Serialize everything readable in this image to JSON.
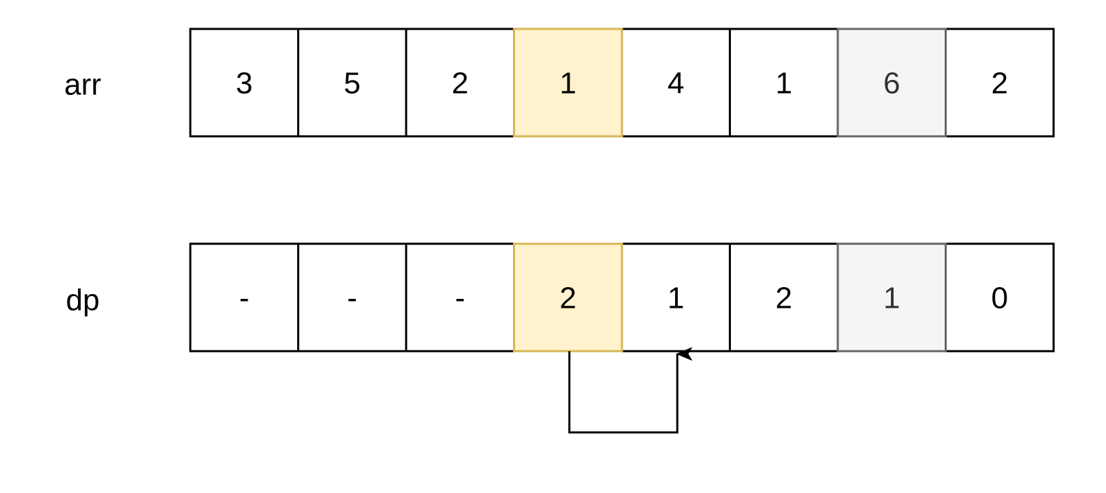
{
  "rows": [
    {
      "label": "arr",
      "values": [
        "3",
        "5",
        "2",
        "1",
        "4",
        "1",
        "6",
        "2"
      ]
    },
    {
      "label": "dp",
      "values": [
        "-",
        "-",
        "-",
        "2",
        "1",
        "2",
        "1",
        "0"
      ]
    }
  ],
  "highlights": {
    "current": {
      "index": 3,
      "fill": "#fff2cc",
      "stroke": "#d6b656"
    },
    "reference": {
      "index": 6,
      "fill": "#f5f5f5",
      "stroke": "#666666"
    }
  },
  "arrow": {
    "from_index": 3,
    "to_index": 4,
    "row": "dp",
    "color": "#000000"
  }
}
